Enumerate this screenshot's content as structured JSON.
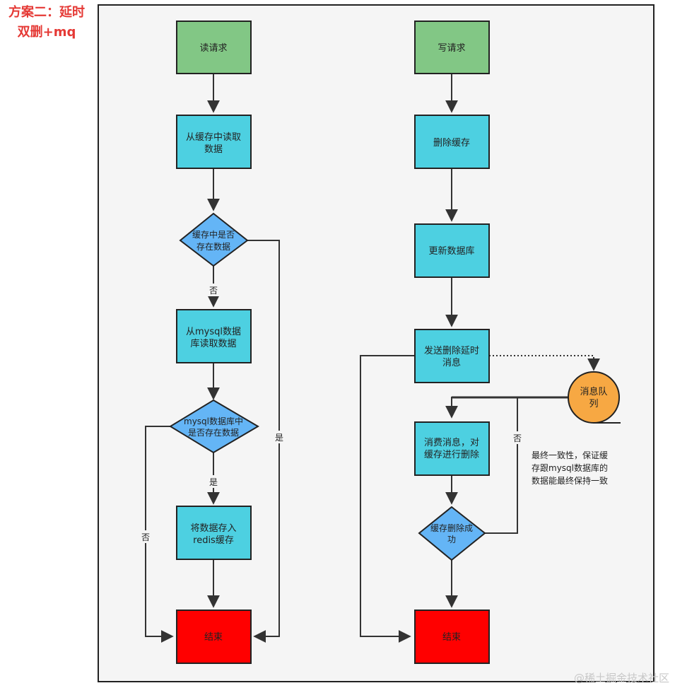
{
  "title": {
    "line1": "方案二：延时",
    "line2": "双删+mq"
  },
  "colors": {
    "start": "#82c785",
    "process": "#4dd0e1",
    "decision": "#64b5f6",
    "end": "#ff0000",
    "queue": "#f7a843",
    "title": "#e53935"
  },
  "left_flow": {
    "start": "读请求",
    "read_cache": [
      "从缓存中读取",
      "数据"
    ],
    "cache_check": [
      "缓存中是否",
      "存在数据"
    ],
    "cache_no_label": "否",
    "cache_yes_label": "是",
    "read_mysql": [
      "从mysql数据",
      "库读取数据"
    ],
    "mysql_check": [
      "mysql数据库中",
      "是否存在数据"
    ],
    "mysql_yes_label": "是",
    "mysql_no_label": "否",
    "store_redis": [
      "将数据存入",
      "redis缓存"
    ],
    "end": "结束"
  },
  "right_flow": {
    "start": "写请求",
    "delete_cache": "删除缓存",
    "update_db": "更新数据库",
    "send_msg": [
      "发送删除延时",
      "消息"
    ],
    "queue": [
      "消息队",
      "列"
    ],
    "consume": [
      "消费消息，对",
      "缓存进行删除"
    ],
    "delete_check": [
      "缓存删除成",
      "功"
    ],
    "retry_label": "否",
    "note": [
      "最终一致性，保证缓",
      "存跟mysql数据库的",
      "数据能最终保持一致"
    ],
    "end": "结束"
  },
  "watermark": "@稀土掘金技术社区"
}
